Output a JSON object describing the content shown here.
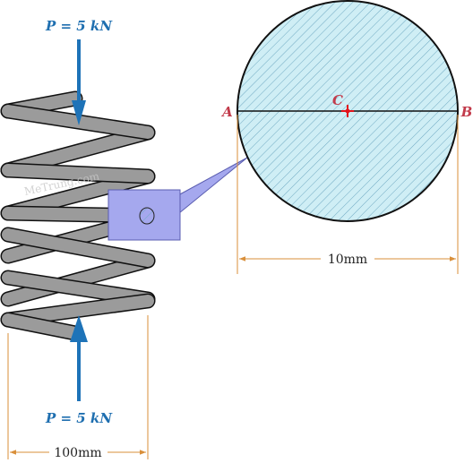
{
  "loads": {
    "top_label": "P = 5 kN",
    "bottom_label": "P = 5 kN"
  },
  "section": {
    "point_a": "A",
    "point_b": "B",
    "point_c": "C",
    "diameter_label": "10mm"
  },
  "spring": {
    "mean_diameter_label": "100mm"
  },
  "watermark": "MeTrung.com",
  "colors": {
    "arrow": "#1e73b8",
    "load_text": "#1f6fb0",
    "dimension": "#d98f3a",
    "point_label": "#c23b4b",
    "section_fill": "#cfeef5",
    "callout_fill": "#a5a8ee",
    "coil": "#9b9b9b",
    "centroid": "#e3131b"
  }
}
